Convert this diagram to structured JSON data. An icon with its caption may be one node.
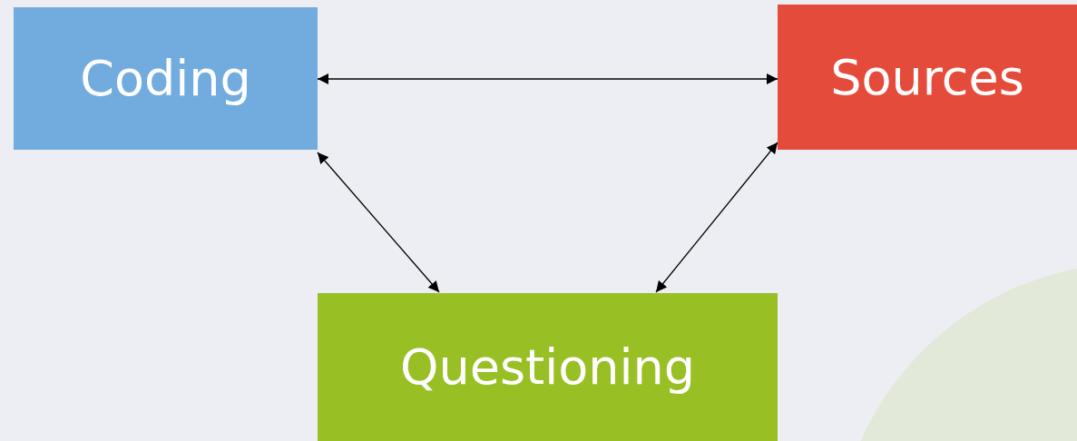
{
  "diagram": {
    "nodes": [
      {
        "text": [
          "Coding"
        ]
      },
      {
        "text": [
          "Sources"
        ]
      },
      {
        "text": [
          "Questioning"
        ]
      }
    ],
    "edges": [
      {
        "from": 0,
        "to": 1,
        "arrow": "both"
      },
      {
        "from": 0,
        "to": 2,
        "arrow": "both"
      },
      {
        "from": 1,
        "to": 2,
        "arrow": "both"
      }
    ]
  }
}
